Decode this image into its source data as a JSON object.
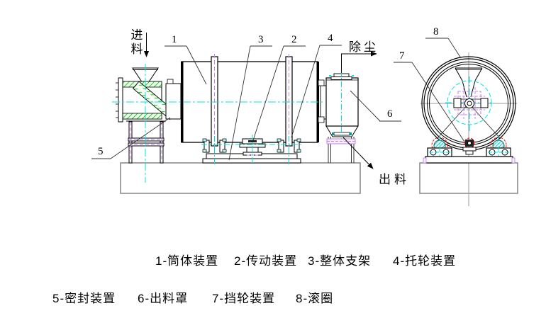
{
  "drawing": {
    "annotations": {
      "feed": "进料",
      "dust_removal": "除尘",
      "discharge": "出料"
    },
    "callouts": [
      "1",
      "2",
      "3",
      "4",
      "5",
      "6",
      "7",
      "8"
    ],
    "legend": [
      "1-筒体装置",
      "2-传动装置",
      "3-整体支架",
      "4-托轮装置",
      "5-密封装置",
      "6-出料罩",
      "7-挡轮装置",
      "8-滚圈"
    ],
    "colors": {
      "outline": "#000000",
      "foundation_gray": "#8c8c8c",
      "centerline_cyan": "#00e0e0",
      "hidden_magenta": "#c586e8",
      "hatch_green": "#00b300",
      "arc_red": "#ff0000",
      "roller_teal": "#00a0a0"
    }
  }
}
